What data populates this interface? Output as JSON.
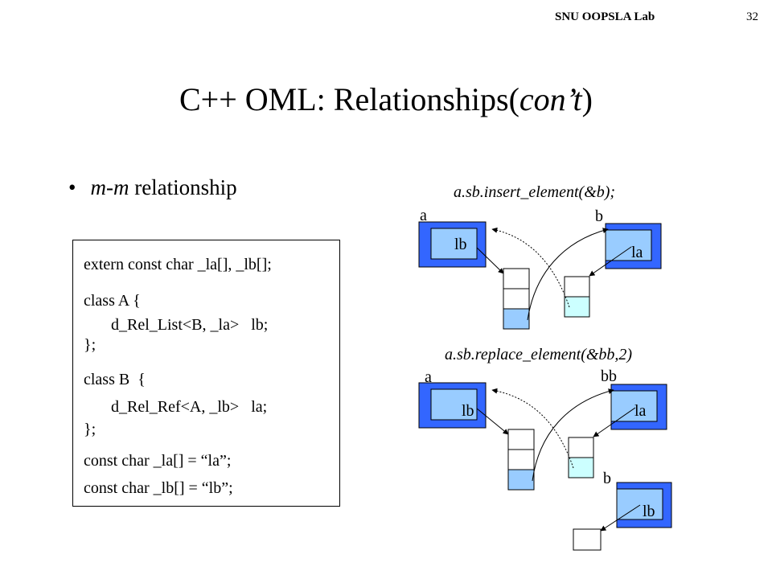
{
  "header": {
    "lab": "SNU OOPSLA Lab",
    "page": "32"
  },
  "title": {
    "main": "C++ OML: Relationships(",
    "italic": "con’t",
    "close": ")"
  },
  "bullet": {
    "italic": "m-m",
    "text": " relationship"
  },
  "code": {
    "line1": "extern const char _la[], _lb[];",
    "line2": "class A {",
    "line3": "d_Rel_List<B, _la>   lb;",
    "line4": "};",
    "line5": "class B  {",
    "line6": "d_Rel_Ref<A, _lb>   la;",
    "line7": "};",
    "line8": "const char _la[] = “la”;",
    "line9": "const char _lb[] = “lb”;"
  },
  "diagram1": {
    "caption": "a.sb.insert_element(&b);",
    "left_obj": "a",
    "left_field": "lb",
    "right_obj": "b",
    "right_field": "la"
  },
  "diagram2": {
    "caption": "a.sb.replace_element(&bb,2)",
    "left_obj": "a",
    "left_field": "lb",
    "right_obj": "bb",
    "right_field": "la",
    "bottom_obj": "b",
    "bottom_field": "lb"
  },
  "colors": {
    "box_outer": "#3366ff",
    "box_inner": "#99ccff",
    "list_cell": "#99ccff",
    "ref_cell": "#ccffff"
  }
}
